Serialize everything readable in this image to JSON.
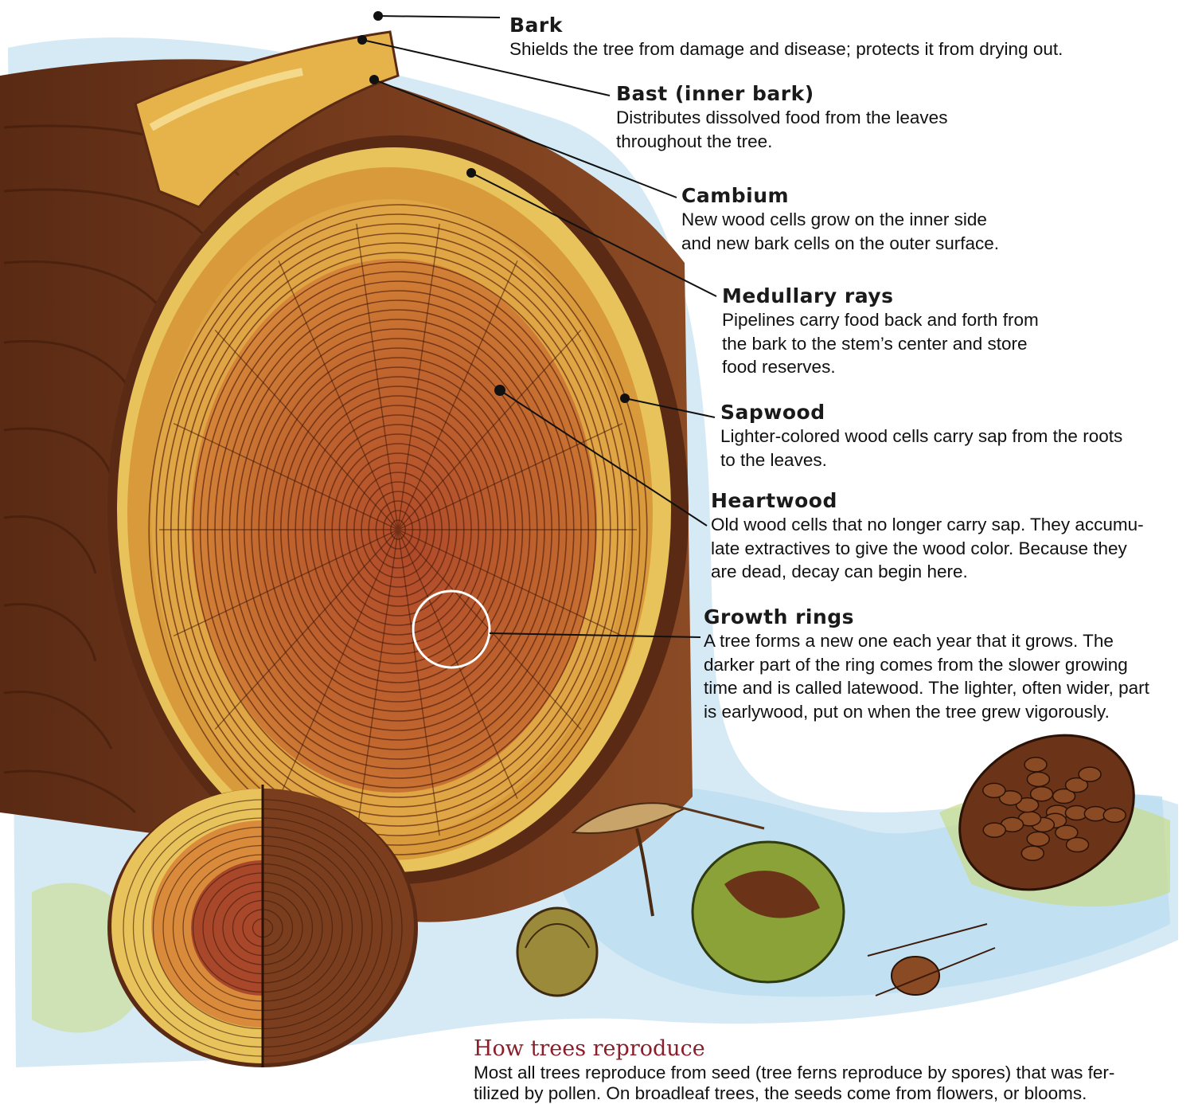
{
  "colors": {
    "heading_accent": "#8a1e2a",
    "bark_brown": "#6b3418",
    "sapwood_yellow": "#e8c25a",
    "heartwood_red": "#a8472a",
    "wash_blue": "#bfe0f2",
    "wash_green": "#c8dc8a"
  },
  "labels": [
    {
      "title": "Bark",
      "lines": [
        "Shields the tree from damage and disease; protects it from drying out."
      ]
    },
    {
      "title": "Bast (inner bark)",
      "lines": [
        "Distributes dissolved food from the leaves",
        "throughout the tree."
      ]
    },
    {
      "title": "Cambium",
      "lines": [
        "New wood cells grow on the inner side",
        "and new bark cells on the outer surface."
      ]
    },
    {
      "title": "Medullary rays",
      "lines": [
        "Pipelines carry food back and forth from",
        "the bark to the  stem’s center and store",
        "food reserves."
      ]
    },
    {
      "title": "Sapwood",
      "lines": [
        "Lighter-colored wood cells carry sap from the roots",
        "to the leaves."
      ]
    },
    {
      "title": "Heartwood",
      "lines": [
        "Old wood cells that no longer carry sap. They accumu-",
        "late extractives to give the wood color. Because they",
        "are dead, decay can begin here."
      ]
    },
    {
      "title": "Growth rings",
      "lines": [
        "A tree forms a new one each year that it grows. The",
        "darker part of the ring comes from the slower growing",
        "time and is called latewood. The lighter, often wider, part",
        "is earlywood, put on when the tree grew vigorously."
      ]
    }
  ],
  "reproduce": {
    "title": "How trees reproduce",
    "lines": [
      "Most all trees reproduce from seed (tree ferns reproduce by spores) that was fer-",
      "tilized by pollen. On broadleaf trees, the seeds come from flowers, or blooms."
    ]
  },
  "illustrations": [
    "log-cross-section",
    "small-log-half-section",
    "maple-samara",
    "beech-nut",
    "acorn-husk",
    "small-seed",
    "pine-cone"
  ]
}
